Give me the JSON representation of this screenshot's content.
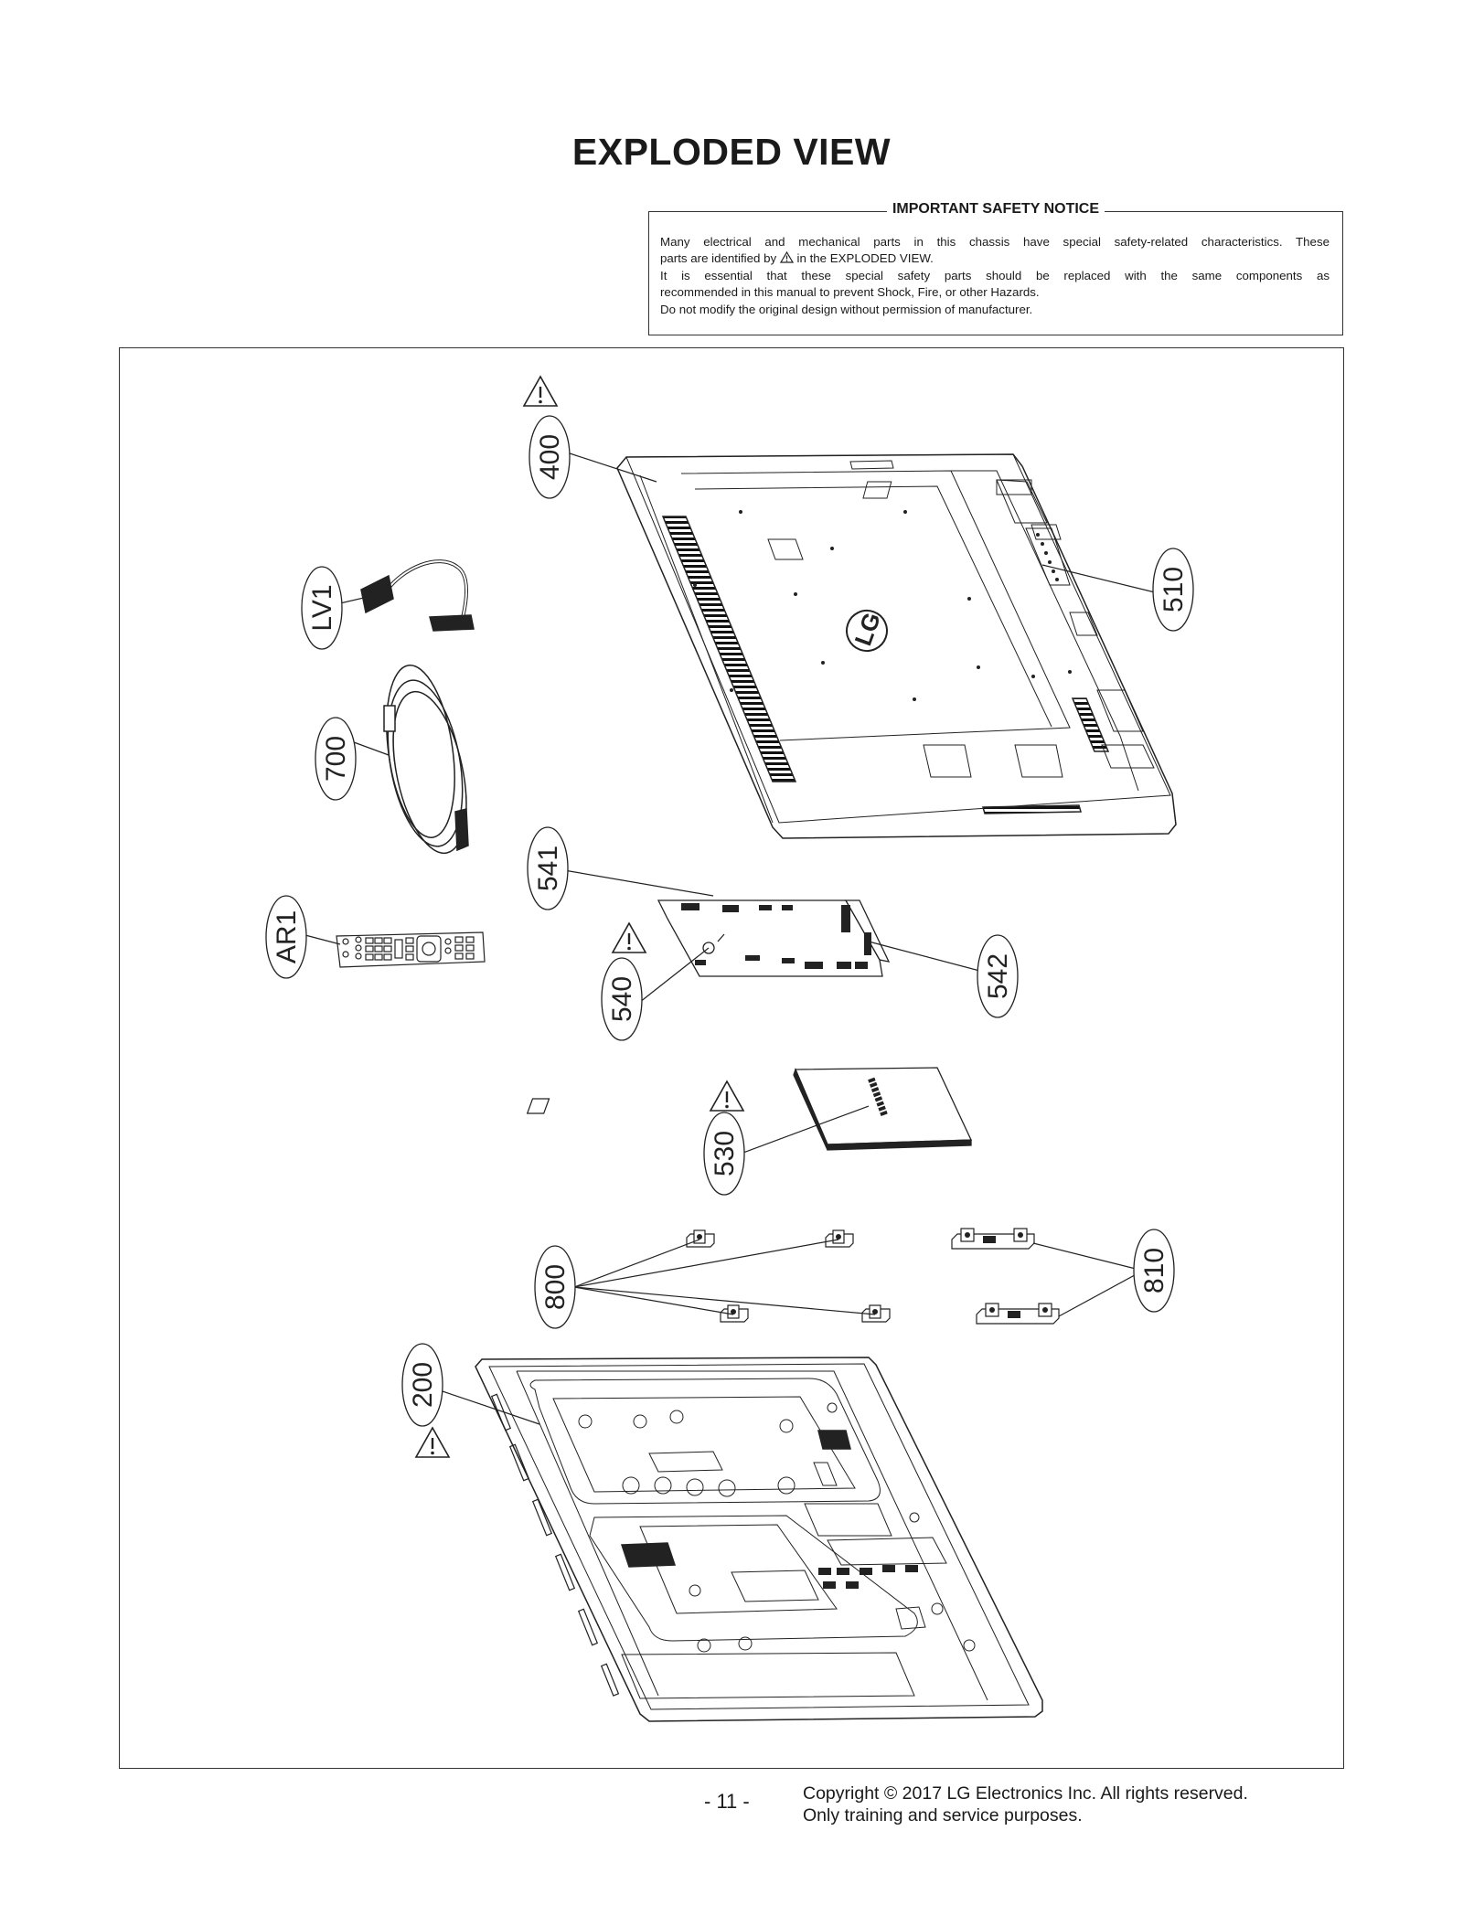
{
  "page": {
    "title": "EXPLODED VIEW",
    "page_number": "- 11 -",
    "copyright": "Copyright © 2017 LG Electronics Inc. All rights reserved.",
    "purpose": "Only training and service purposes."
  },
  "notice": {
    "heading": "IMPORTANT SAFETY NOTICE",
    "line1": "Many electrical and mechanical parts in this chassis have special safety-related characteristics. These",
    "line2_pre": "parts are identified by",
    "line2_post": "in the EXPLODED VIEW.",
    "line3": "It is essential that these special safety parts should be replaced with the same components as",
    "line4": "recommended in this manual to prevent Shock, Fire, or other Hazards.",
    "line5": "Do not modify the original design without permission of manufacturer."
  },
  "diagram": {
    "logo_text": "LG",
    "parts": [
      "400",
      "510",
      "LV1",
      "700",
      "541",
      "AR1",
      "540",
      "542",
      "530",
      "800",
      "810",
      "200"
    ],
    "safety_icon": "warning-triangle-icon"
  }
}
